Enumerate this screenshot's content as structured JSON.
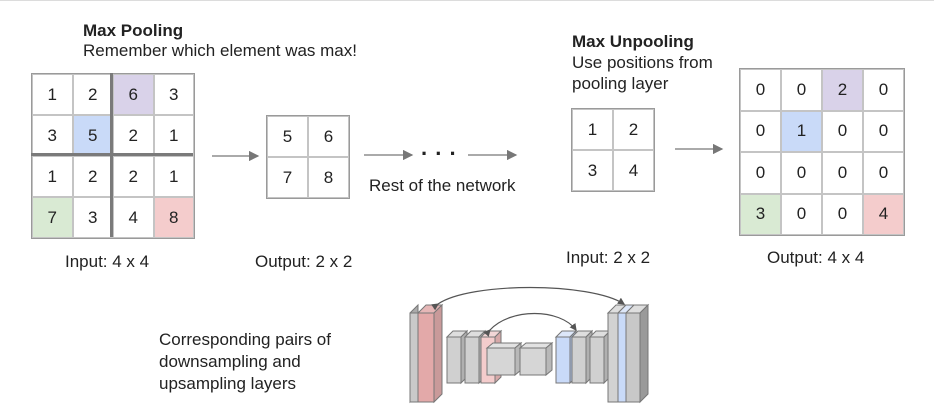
{
  "max_pooling": {
    "title": "Max Pooling",
    "subtitle": "Remember which element was max!",
    "input_grid": [
      [
        "1",
        "2",
        "6",
        "3"
      ],
      [
        "3",
        "5",
        "2",
        "1"
      ],
      [
        "1",
        "2",
        "2",
        "1"
      ],
      [
        "7",
        "3",
        "4",
        "8"
      ]
    ],
    "input_label": "Input: 4 x 4",
    "output_grid": [
      [
        "5",
        "6"
      ],
      [
        "7",
        "8"
      ]
    ],
    "output_label": "Output: 2 x 2"
  },
  "rest_label": "Rest of the network",
  "ellipsis": ". . .",
  "max_unpooling": {
    "title": "Max Unpooling",
    "subtitle_line1": "Use positions from",
    "subtitle_line2": "pooling layer",
    "input_grid": [
      [
        "1",
        "2"
      ],
      [
        "3",
        "4"
      ]
    ],
    "input_label": "Input: 2 x 2",
    "output_grid": [
      [
        "0",
        "0",
        "2",
        "0"
      ],
      [
        "0",
        "1",
        "0",
        "0"
      ],
      [
        "0",
        "0",
        "0",
        "0"
      ],
      [
        "3",
        "0",
        "0",
        "4"
      ]
    ],
    "output_label": "Output: 4 x 4"
  },
  "caption": {
    "line1": "Corresponding pairs of",
    "line2": "downsampling and",
    "line3": "upsampling layers"
  },
  "colors": {
    "purple": "#d9d2e9",
    "blue": "#c9daf8",
    "green": "#d9ead3",
    "red": "#f4cccc",
    "grey_block": "#cccccc"
  }
}
